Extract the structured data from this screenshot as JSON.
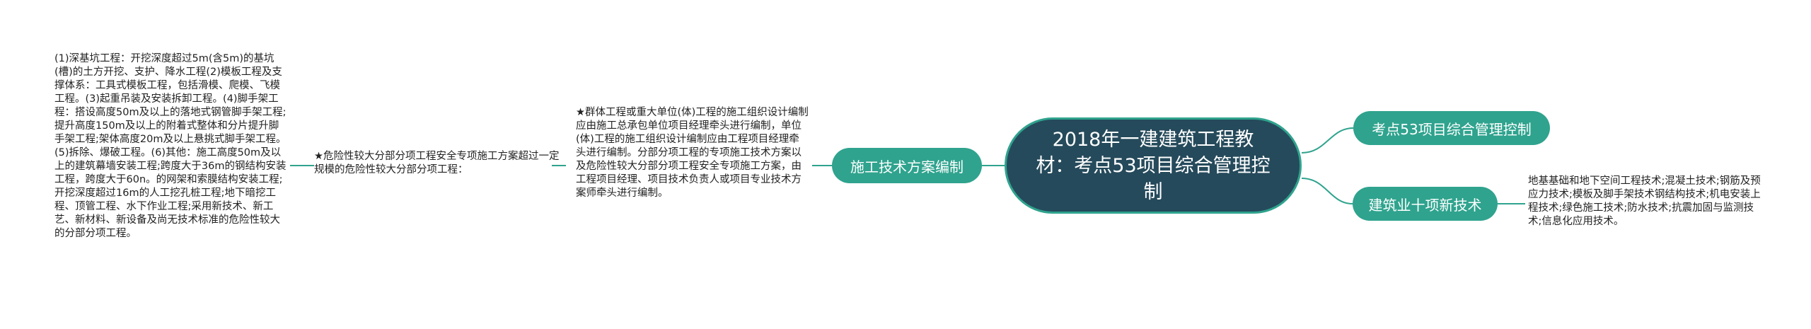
{
  "root": {
    "title": "2018年一建建筑工程教材：考点53项目综合管理控制"
  },
  "branches": {
    "left": {
      "label": "施工技术方案编制",
      "summary": "★群体工程或重大单位(体)工程的施工组织设计编制应由施工总承包单位项目经理牵头进行编制，单位(体)工程的施工组织设计编制应由工程项目经理牵头进行编制。分部分项工程的专项施工技术方案以及危险性较大分部分项工程安全专项施工方案，由工程项目经理、项目技术负责人或项目专业技术方案师牵头进行编制。",
      "child": {
        "text": "★危险性较大分部分项工程安全专项施工方案超过一定规模的危险性较大分部分项工程：",
        "detail": "(1)深基坑工程：开挖深度超过5m(含5m)的基坑(槽)的土方开挖、支护、降水工程(2)模板工程及支撑体系：工具式模板工程，包括滑模、爬模、飞模工程。(3)起重吊装及安装拆卸工程。(4)脚手架工程：搭设高度50m及以上的落地式钢管脚手架工程;提升高度150m及以上的附着式整体和分片提升脚手架工程;架体高度20m及以上悬挑式脚手架工程。(5)拆除、爆破工程。(6)其他：施工高度50m及以上的建筑幕墙安装工程;跨度大于36m的钢结构安装工程，跨度大于60n。的网架和索膜结构安装工程;开挖深度超过16m的人工挖孔桩工程;地下暗挖工程、顶管工程、水下作业工程;采用新技术、新工艺、新材料、新设备及尚无技术标准的危险性较大的分部分项工程。"
      }
    },
    "right": [
      {
        "label": "考点53项目综合管理控制"
      },
      {
        "label": "建筑业十项新技术",
        "detail": "地基基础和地下空间工程技术;混凝土技术;钢筋及预应力技术;模板及脚手架技术钢结构技术;机电安装上程技术;绿色施工技术;防水技术;抗震加固与监测技术;信息化应用技术。"
      }
    ]
  }
}
